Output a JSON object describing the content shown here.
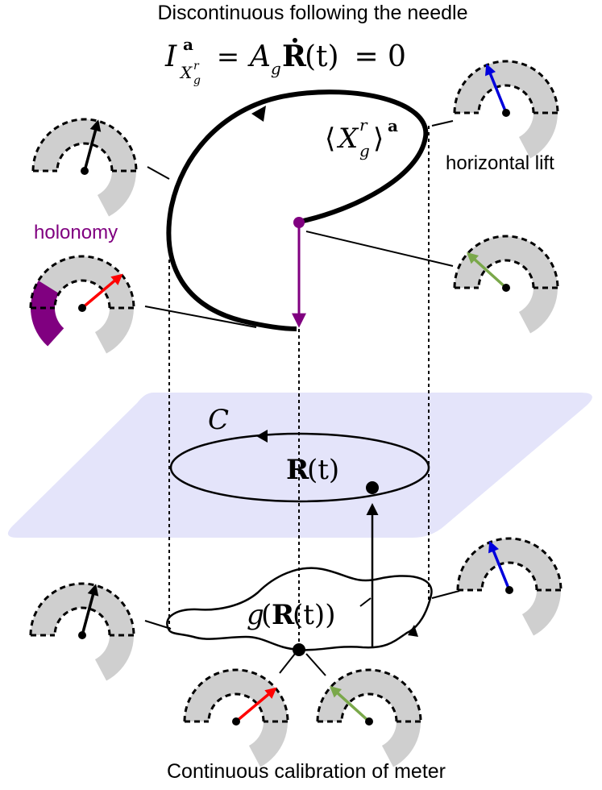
{
  "title_top": "Discontinuous following the needle",
  "title_bottom": "Continuous calibration of meter",
  "labels": {
    "horizontal_lift": "horizontal lift",
    "holonomy": "holonomy"
  },
  "math": {
    "top_equation": {
      "I": "I",
      "I_sup": "a",
      "I_sub_X": "X",
      "I_sub_sup": "r",
      "I_sub_sub": "g",
      "eq1": " = ",
      "A": "A",
      "A_sub": "g",
      "R": "R",
      "t": "(t)",
      "eq2": " = 0"
    },
    "bracket": {
      "open": "⟨",
      "X": "X",
      "sub": "g",
      "sup": "r",
      "close": "⟩",
      "a": "a"
    },
    "curve_c": "C",
    "r_of_t": {
      "R": "R",
      "t": "(t)"
    },
    "g_of_r": {
      "g": "g",
      "open": "(",
      "R": "R",
      "t": "(t))"
    }
  },
  "colors": {
    "black_needle": "#000000",
    "red_needle": "#ff0000",
    "blue_needle": "#0000dd",
    "green_needle": "#7aa84a",
    "holonomy": "#800080",
    "plane": "#e4e4fa",
    "gauge_gray": "#cfcfcf"
  },
  "gauges": [
    {
      "name": "gauge-top-left",
      "needle_color": "#000000",
      "needle_angle_deg": 75,
      "highlight": "none"
    },
    {
      "name": "gauge-top-right",
      "needle_color": "#0000dd",
      "needle_angle_deg": 112,
      "highlight": "none"
    },
    {
      "name": "gauge-mid-right",
      "needle_color": "#7aa84a",
      "needle_angle_deg": 138,
      "highlight": "none"
    },
    {
      "name": "gauge-holonomy",
      "needle_color": "#ff0000",
      "needle_angle_deg": 40,
      "highlight": "holonomy"
    },
    {
      "name": "gauge-bottom-left",
      "needle_color": "#000000",
      "needle_angle_deg": 75,
      "highlight": "none"
    },
    {
      "name": "gauge-bottom-right",
      "needle_color": "#0000dd",
      "needle_angle_deg": 112,
      "highlight": "none"
    },
    {
      "name": "gauge-bottom-center-left",
      "needle_color": "#ff0000",
      "needle_angle_deg": 40,
      "highlight": "none"
    },
    {
      "name": "gauge-bottom-center-right",
      "needle_color": "#7aa84a",
      "needle_angle_deg": 138,
      "highlight": "none"
    }
  ]
}
